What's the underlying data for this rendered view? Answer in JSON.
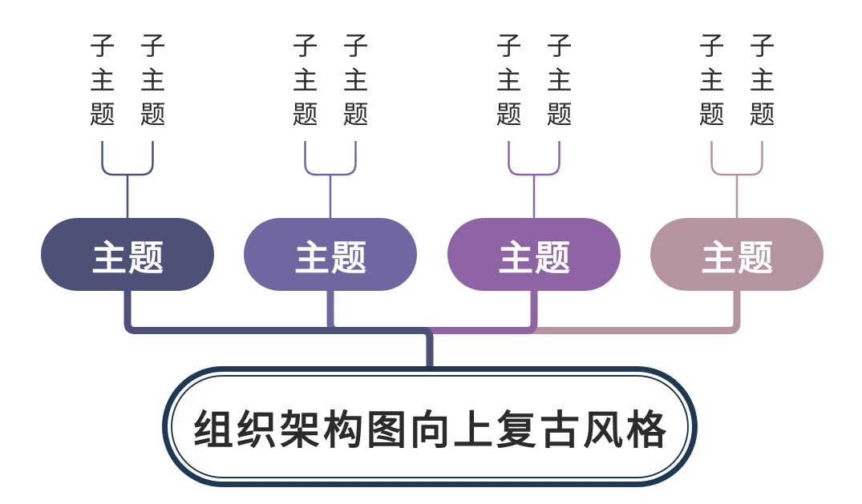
{
  "page": {
    "background": "#ffffff"
  },
  "root": {
    "label": "组织架构图向上复古风格",
    "border_color": "#1f3854",
    "text_color": "#2b2b2b"
  },
  "branches": [
    {
      "topic": "主题",
      "color": "#4d5077",
      "topic_text_color": "#ffffff",
      "subtopics": [
        "子主题",
        "子主题"
      ]
    },
    {
      "topic": "主题",
      "color": "#6f68a0",
      "topic_text_color": "#ffffff",
      "subtopics": [
        "子主题",
        "子主题"
      ]
    },
    {
      "topic": "主题",
      "color": "#8e64a5",
      "topic_text_color": "#ffffff",
      "subtopics": [
        "子主题",
        "子主题"
      ]
    },
    {
      "topic": "主题",
      "color": "#b494a1",
      "topic_text_color": "#ffffff",
      "subtopics": [
        "子主题",
        "子主题"
      ]
    }
  ],
  "text": {
    "subtopic_color": "#2b2b2b"
  }
}
